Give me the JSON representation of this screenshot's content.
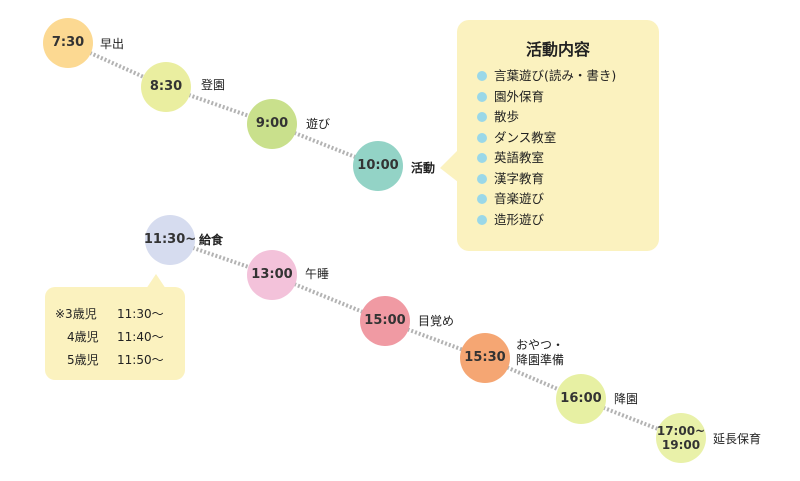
{
  "schedule": [
    {
      "time": "7:30",
      "label": "早出",
      "color": "#fcd992"
    },
    {
      "time": "8:30",
      "label": "登園",
      "color": "#eaeea0"
    },
    {
      "time": "9:00",
      "label": "遊び",
      "color": "#c9e08c"
    },
    {
      "time": "10:00",
      "label": "活動",
      "color": "#93d3c6"
    },
    {
      "time": "11:30~",
      "label": "給食",
      "color": "#d6dcef"
    },
    {
      "time": "13:00",
      "label": "午睡",
      "color": "#f3c2da"
    },
    {
      "time": "15:00",
      "label": "目覚め",
      "color": "#f09aa3"
    },
    {
      "time": "15:30",
      "label": "おやつ・\n降園準備",
      "color": "#f5a673"
    },
    {
      "time": "16:00",
      "label": "降園",
      "color": "#e7f0a3"
    },
    {
      "time": "17:00~\n19:00",
      "label": "延長保育",
      "color": "#e9f1a9"
    }
  ],
  "activity": {
    "title": "活動内容",
    "items": [
      "言葉遊び(読み・書き)",
      "園外保育",
      "散歩",
      "ダンス教室",
      "英語教室",
      "漢字教育",
      "音楽遊び",
      "造形遊び"
    ],
    "bullet_color": "#9ad8e8",
    "box_color": "#fbf2bf"
  },
  "note": {
    "lines": [
      {
        "age": "※3歳児",
        "time": "11:30～"
      },
      {
        "age": "4歳児",
        "time": "11:40～"
      },
      {
        "age": "5歳児",
        "time": "11:50～"
      }
    ]
  },
  "line_color": "#b3b3b3"
}
